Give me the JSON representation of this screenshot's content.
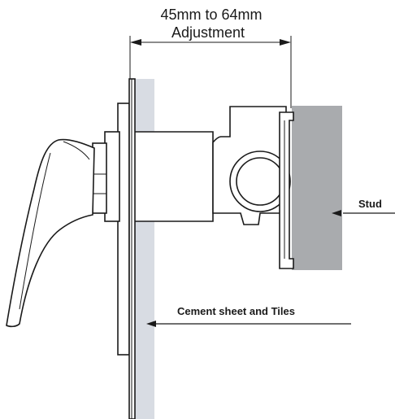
{
  "dimension": {
    "line1": "45mm to 64mm",
    "line2": "Adjustment"
  },
  "callouts": {
    "stud": "Stud",
    "cement": "Cement sheet and Tiles"
  },
  "colors": {
    "cement_sheet": "#d8dce3",
    "stud": "#a9abae",
    "stroke": "#1a1a1a"
  }
}
